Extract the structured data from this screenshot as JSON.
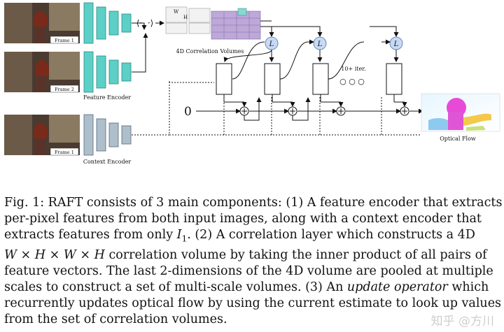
{
  "figure": {
    "frame1_label": "Frame 1",
    "frame2_label": "Frame 2",
    "frame3_label": "Frame 1",
    "feature_encoder_label": "Feature Encoder",
    "context_encoder_label": "Context Encoder",
    "inner_product_symbol": "⟨·, ·⟩",
    "corr_volumes_label": "4D Correlation Volumes",
    "corr_w_label": "W",
    "corr_h_label": "H",
    "lookup_symbol": "L",
    "zero_symbol": "0",
    "iter_label": "10+ iter.",
    "dots_label": "○ ○ ○",
    "optical_flow_label": "Optical Flow",
    "colors": {
      "feature_encoder": "#5ccfc6",
      "context_encoder": "#aebfcc",
      "corr_volume": "#bda8d8",
      "lookup_circle": "#c7d9f5"
    }
  },
  "caption": {
    "line1_a": "Fig. 1: RAFT consists of 3 main components: (1) A feature encoder that extracts",
    "line2": "per-pixel features from both input images, along with a context encoder that",
    "line3_a": "extracts features from only ",
    "line3_math": "I",
    "line3_sub": "1",
    "line3_b": ". (2) A correlation layer which constructs a 4D",
    "line4_math": "W × H × W × H",
    "line4_b": " correlation volume by taking the inner product of all pairs of",
    "line5": "feature vectors. The last 2-dimensions of the 4D volume are pooled at multiple",
    "line6": "scales to construct a set of multi-scale volumes. (3) An ",
    "line6_it": "update operator",
    "line6_b": " which",
    "line7": "recurrently updates optical flow by using the current estimate to look up values",
    "line8": "from the set of correlation volumes."
  },
  "watermark": "知乎 @方川"
}
